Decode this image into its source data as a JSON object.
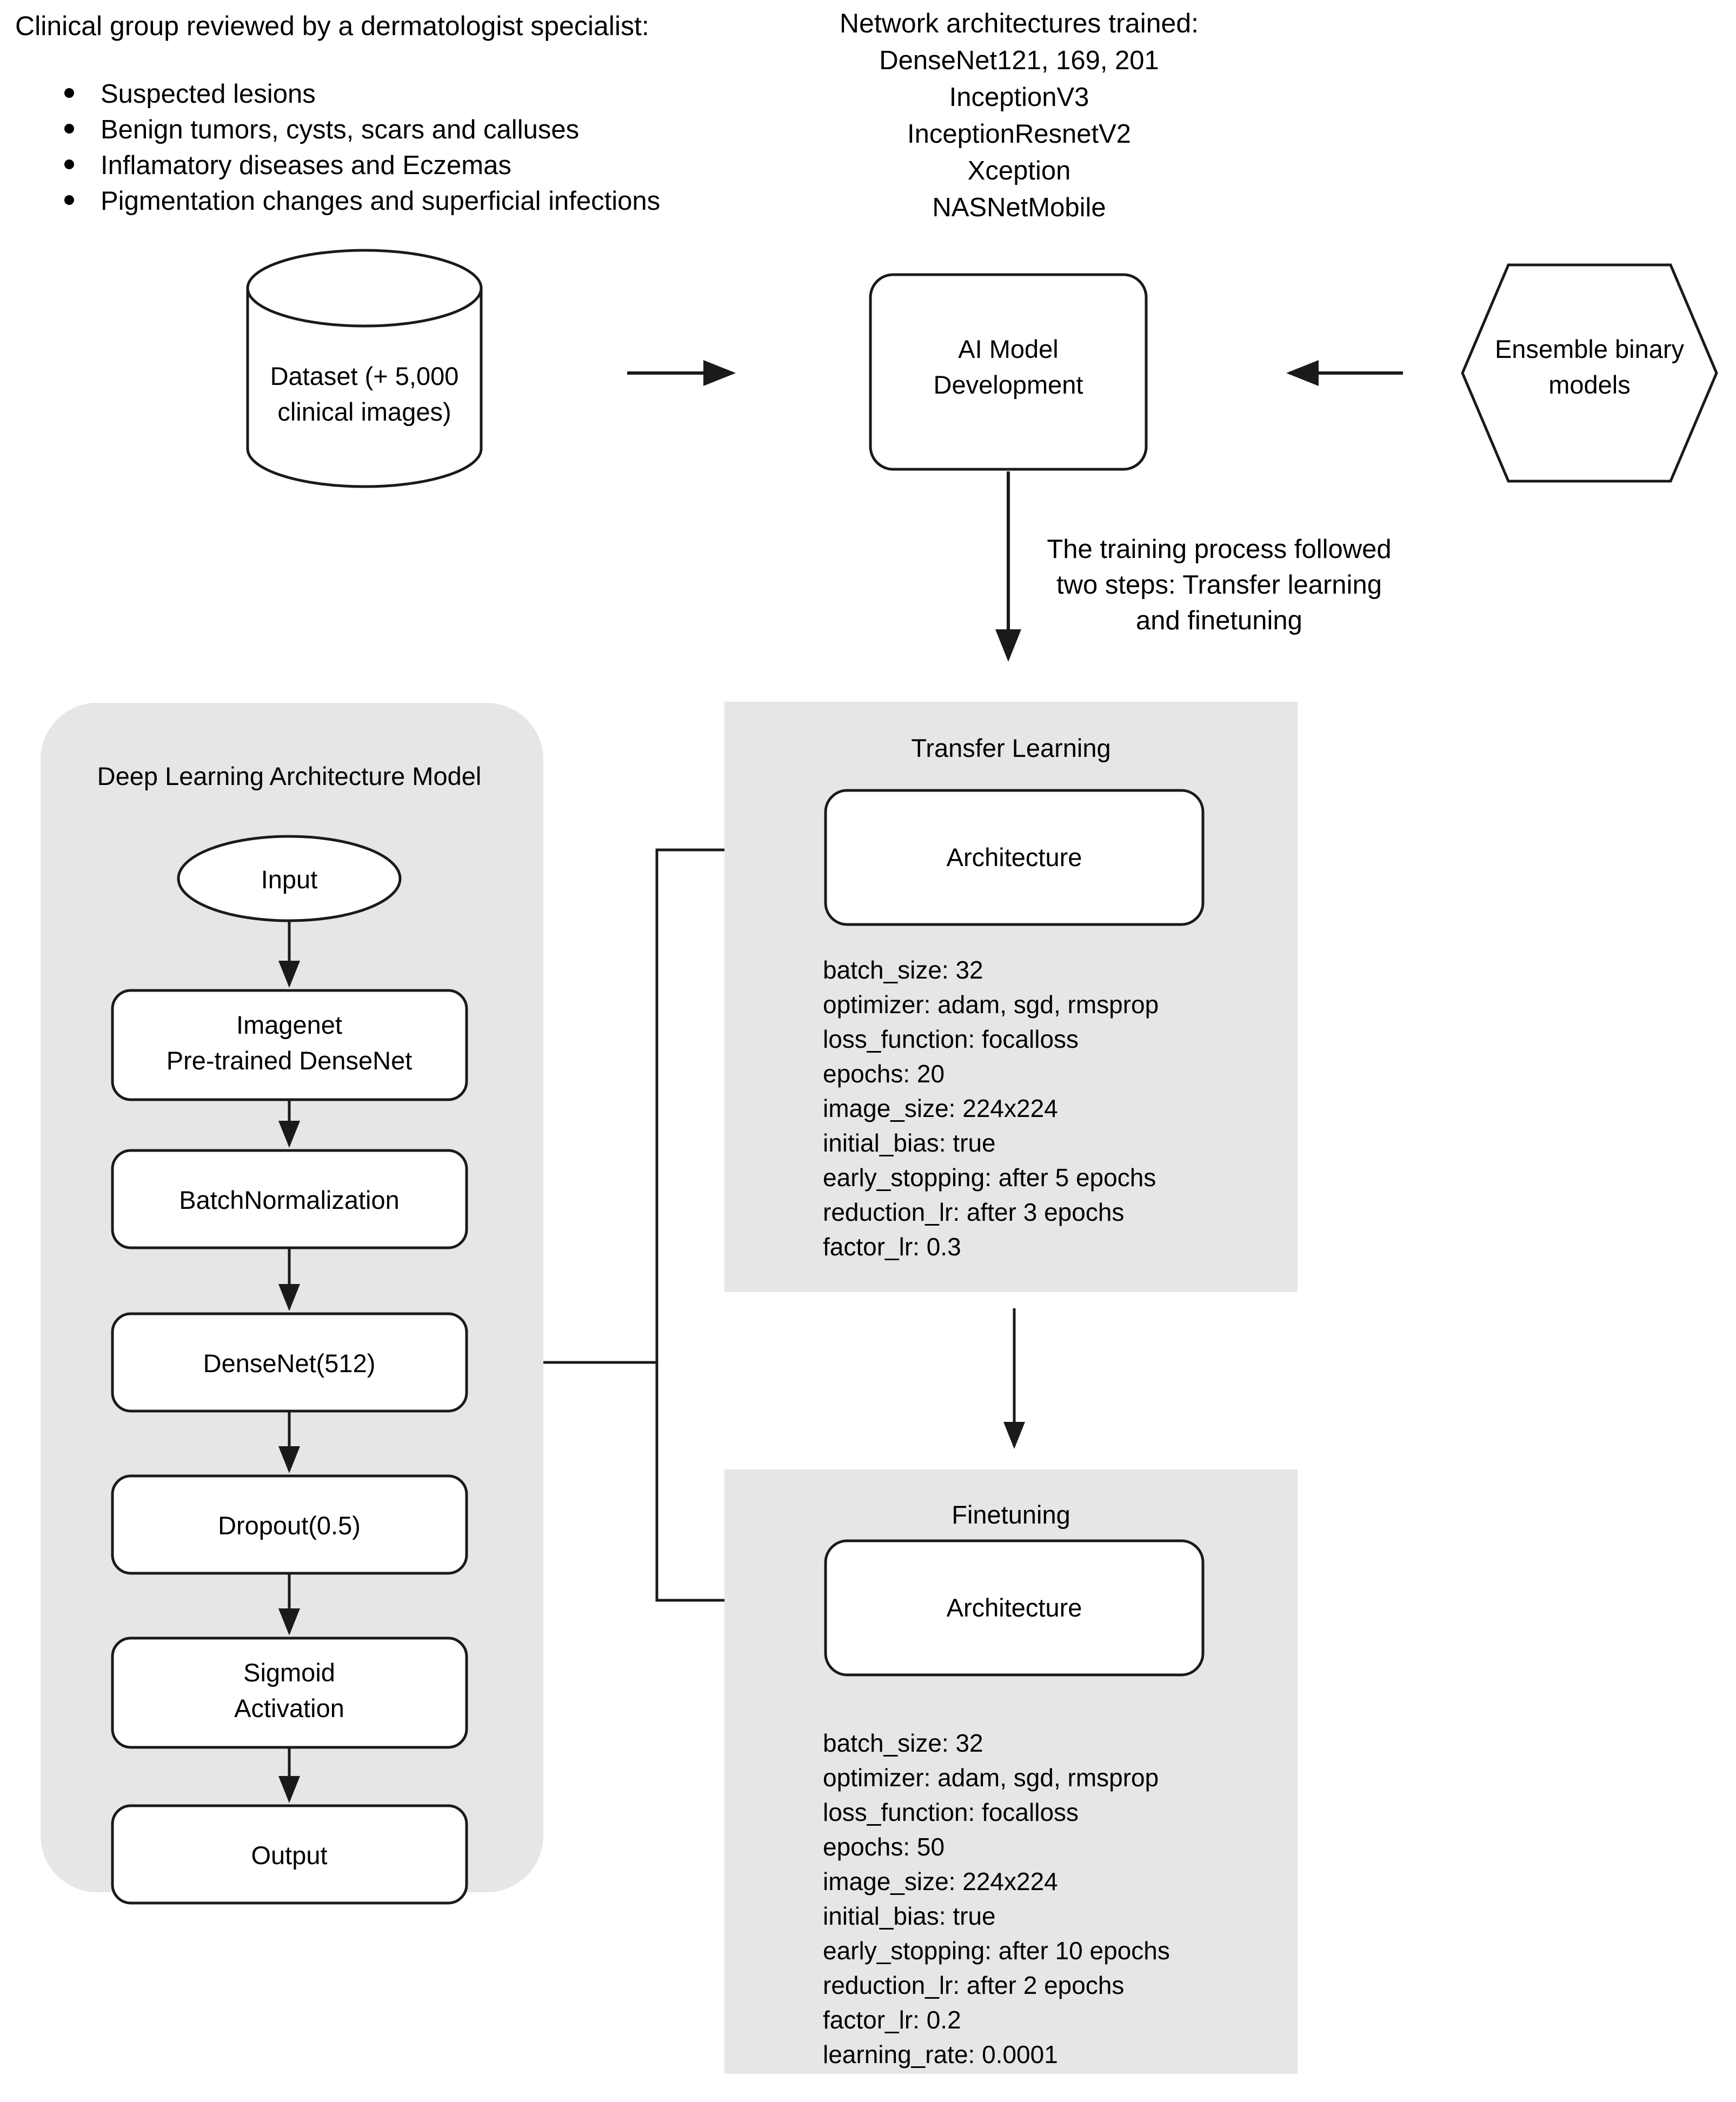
{
  "clinical_group": {
    "heading": "Clinical group reviewed by a dermatologist specialist:",
    "items": [
      "Suspected lesions",
      "Benign tumors, cysts, scars and calluses",
      "Inflamatory diseases and Eczemas",
      "Pigmentation changes and superficial infections"
    ]
  },
  "network_architectures": {
    "heading": "Network architectures trained:",
    "items": [
      "DenseNet121, 169, 201",
      "InceptionV3",
      "InceptionResnetV2",
      "Xception",
      "NASNetMobile"
    ]
  },
  "top_flow": {
    "dataset": {
      "line1": "Dataset (+ 5,000",
      "line2": "clinical images)"
    },
    "ai_model": {
      "line1": "AI Model",
      "line2": "Development"
    },
    "ensemble": {
      "line1": "Ensemble binary",
      "line2": "models"
    },
    "training_note": {
      "line1": "The training process followed",
      "line2": "two steps: Transfer learning",
      "line3": "and finetuning"
    }
  },
  "architecture_panel": {
    "title": "Deep Learning Architecture Model",
    "nodes": [
      {
        "id": "input",
        "label": "Input",
        "shape": "ellipse"
      },
      {
        "id": "imagenet",
        "line1": "Imagenet",
        "line2": "Pre-trained DenseNet",
        "shape": "rounded-rect"
      },
      {
        "id": "batchnorm",
        "label": "BatchNormalization",
        "shape": "rounded-rect"
      },
      {
        "id": "densenet",
        "label": "DenseNet(512)",
        "shape": "rounded-rect"
      },
      {
        "id": "dropout",
        "label": "Dropout(0.5)",
        "shape": "rounded-rect"
      },
      {
        "id": "sigmoid",
        "line1": "Sigmoid",
        "line2": "Activation",
        "shape": "rounded-rect"
      },
      {
        "id": "output",
        "label": "Output",
        "shape": "rounded-rect"
      }
    ]
  },
  "transfer_learning": {
    "title": "Transfer Learning",
    "box_label": "Architecture",
    "params": [
      "batch_size: 32",
      "optimizer: adam, sgd, rmsprop",
      "loss_function: focalloss",
      "epochs: 20",
      "image_size: 224x224",
      "initial_bias: true",
      "early_stopping: after 5 epochs",
      "reduction_lr: after 3 epochs",
      "factor_lr: 0.3"
    ]
  },
  "finetuning": {
    "title": "Finetuning",
    "box_label": "Architecture",
    "params": [
      "batch_size: 32",
      "optimizer: adam, sgd, rmsprop",
      "loss_function: focalloss",
      "epochs: 50",
      "image_size: 224x224",
      "initial_bias: true",
      "early_stopping: after 10 epochs",
      "reduction_lr: after 2 epochs",
      "factor_lr: 0.2",
      "learning_rate: 0.0001"
    ]
  },
  "colors": {
    "panel_background": "#e6e6e6",
    "stroke": "#1a1a1a",
    "shape_fill": "#ffffff",
    "page_background": "#ffffff"
  }
}
